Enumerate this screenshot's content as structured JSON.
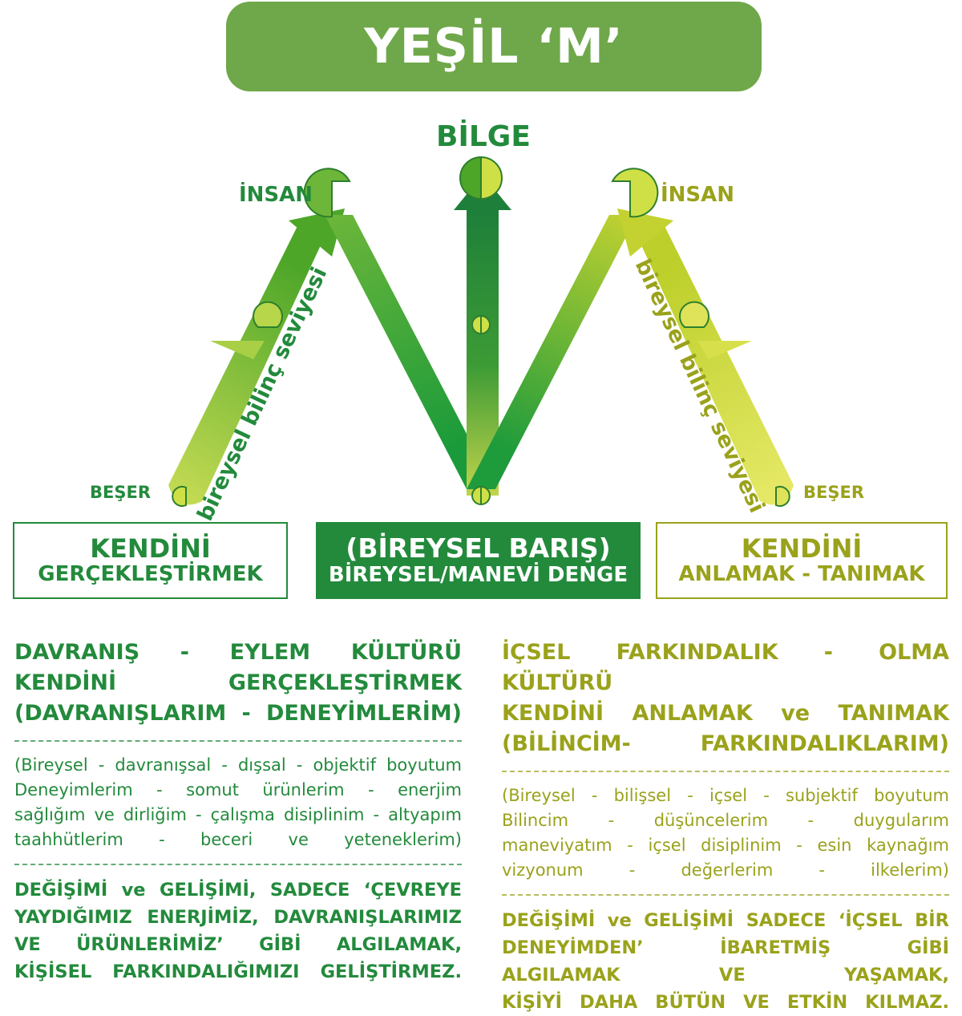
{
  "title": "YEŞİL ‘M’",
  "labels": {
    "top": "BİLGE",
    "left_peak": "İNSAN",
    "right_peak": "İNSAN",
    "left_base": "BEŞER",
    "right_base": "BEŞER",
    "left_arm": "bireysel bilinç seviyesi",
    "right_arm": "bireysel bilinç seviyesi"
  },
  "boxes": {
    "left": {
      "line1": "KENDİNİ",
      "line2": "GERÇEKLEŞTİRMEK"
    },
    "center": {
      "line1": "(BİREYSEL BARIŞ)",
      "line2": "BİREYSEL/MANEVİ DENGE"
    },
    "right": {
      "line1": "KENDİNİ",
      "line2": "ANLAMAK - TANIMAK"
    }
  },
  "left_column": {
    "heading": [
      "DAVRANIŞ - EYLEM KÜLTÜRÜ",
      "KENDİNİ GERÇEKLEŞTİRMEK",
      "(DAVRANIŞLARIM - DENEYİMLERİM)"
    ],
    "body": [
      "(Bireysel - davranışsal - dışsal - objektif boyutum",
      "Deneyimlerim - somut ürünlerim - enerjim",
      "sağlığım ve dirliğim - çalışma disiplinim - altyapım",
      "taahhütlerim - beceri ve yeteneklerim)"
    ],
    "closing": [
      "DEĞİŞİMİ ve GELİŞİMİ, SADECE ‘ÇEVREYE",
      "YAYDIĞIMIZ ENERJİMİZ, DAVRANIŞLARIMIZ",
      "VE ÜRÜNLERİMİZ’ GİBİ ALGILAMAK,",
      "KİŞİSEL FARKINDALIĞIMIZI GELİŞTİRMEZ."
    ]
  },
  "right_column": {
    "heading": [
      "İÇSEL FARKINDALIK - OLMA KÜLTÜRÜ",
      "KENDİNİ ANLAMAK ve TANIMAK",
      "(BİLİNCİM- FARKINDALIKLARIM)"
    ],
    "body": [
      "(Bireysel - bilişsel - içsel - subjektif boyutum",
      "Bilincim - düşüncelerim - duygularım",
      "maneviyatım - içsel disiplinim - esin kaynağım",
      "vizyonum - değerlerim - ilkelerim)"
    ],
    "closing": [
      "DEĞİŞİMİ ve GELİŞİMİ SADECE ‘İÇSEL BİR",
      "DENEYİMDEN’ İBARETMİŞ GİBİ",
      "ALGILAMAK VE YAŞAMAK,",
      "KİŞİYİ DAHA BÜTÜN VE ETKİN KILMAZ."
    ]
  },
  "colors": {
    "dark_green": "#238a3c",
    "mid_green": "#5aac2f",
    "light_green": "#c7d93d",
    "olive": "#9aa21b",
    "yellow_green": "#dfe35a"
  }
}
